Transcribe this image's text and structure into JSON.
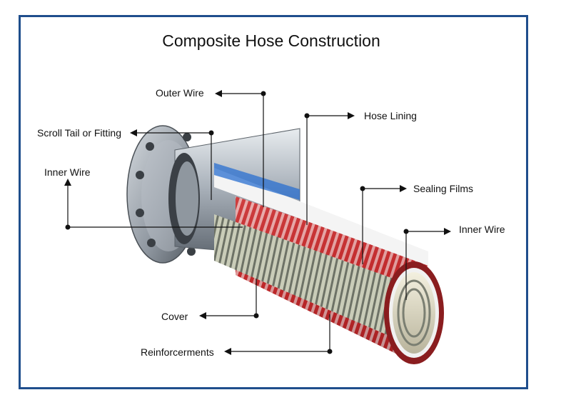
{
  "title": "Composite Hose Construction",
  "labels": {
    "outer_wire": "Outer Wire",
    "hose_lining": "Hose Lining",
    "scroll_tail": "Scroll Tail or Fitting",
    "inner_wire_left": "Inner Wire",
    "sealing_films": "Sealing Films",
    "inner_wire_right": "Inner Wire",
    "cover": "Cover",
    "reinforcements": "Reinforcerments"
  },
  "colors": {
    "frame": "#1f4e8c",
    "reinforcement_red": "#c0282a",
    "metal": "#9aa3ad",
    "sealing_blue": "#2a6fd0"
  }
}
